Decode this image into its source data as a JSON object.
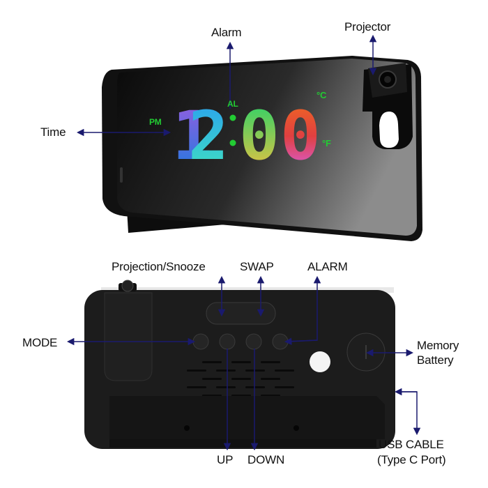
{
  "front_view": {
    "callouts": {
      "alarm": "Alarm",
      "projector": "Projector",
      "time": "Time"
    },
    "display": {
      "time": "12:00",
      "am_pm": "PM",
      "alarm_indicator": "AL",
      "celsius": "°C",
      "fahrenheit": "°F",
      "digit_colors": [
        "#8a4fd8",
        "#1e8ff0",
        "#22d36a",
        "#f0a020",
        "#e055d8"
      ],
      "indicator_color": "#22cc33"
    }
  },
  "back_view": {
    "callouts": {
      "projection_snooze": "Projection/Snooze",
      "swap": "SWAP",
      "alarm": "ALARM",
      "mode": "MODE",
      "memory_battery_line1": "Memory",
      "memory_battery_line2": "Battery",
      "up": "UP",
      "down": "DOWN",
      "usb_cable_line1": "USB CABLE",
      "usb_cable_line2": "(Type C Port)"
    }
  },
  "colors": {
    "arrow": "#1a1a6e",
    "device_body": "#1c1c1c",
    "background": "#ffffff"
  }
}
